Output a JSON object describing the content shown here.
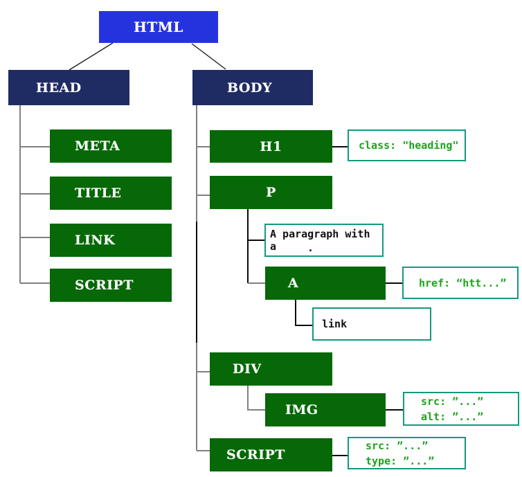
{
  "colors": {
    "root_fill": "#2533DF",
    "section_fill": "#1F2B63",
    "element_fill": "#066806",
    "annotation_border": "#12997F",
    "annotation_text": "#1CA31C",
    "line_gray": "#808080",
    "line_black": "#0a0a0a"
  },
  "nodes": {
    "html": {
      "label": "HTML"
    },
    "head": {
      "label": "HEAD"
    },
    "body": {
      "label": "BODY"
    },
    "meta": {
      "label": "META"
    },
    "title": {
      "label": "TITLE"
    },
    "link": {
      "label": "LINK"
    },
    "head_script": {
      "label": "SCRIPT"
    },
    "h1": {
      "label": "H1"
    },
    "p": {
      "label": "P"
    },
    "a": {
      "label": "A"
    },
    "div": {
      "label": "DIV"
    },
    "img": {
      "label": "IMG"
    },
    "body_script": {
      "label": "SCRIPT"
    }
  },
  "text_nodes": {
    "paragraph": {
      "text": "A paragraph with a",
      "overflow_mark": "."
    },
    "link_text": {
      "text": "link"
    }
  },
  "annotations": {
    "h1_attrs": {
      "lines": [
        "class: \"heading\""
      ]
    },
    "a_attrs": {
      "lines": [
        "href: “htt...”"
      ]
    },
    "img_attrs": {
      "lines": [
        "src: ”...”",
        "alt: ”...”"
      ]
    },
    "script_attrs": {
      "lines": [
        "src: ”...”",
        "type: ”...”"
      ]
    }
  }
}
